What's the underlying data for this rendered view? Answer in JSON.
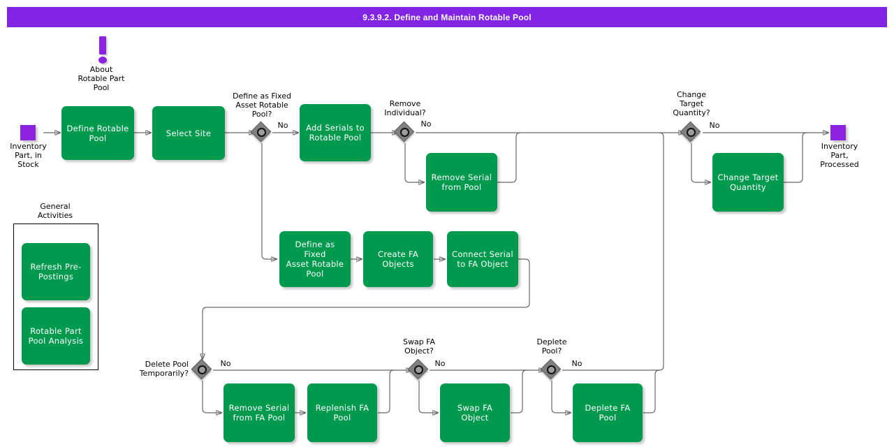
{
  "title": "9.3.9.2. Define and Maintain Rotable Pool",
  "colors": {
    "header": "#8224e3",
    "process": "#009a4e",
    "marker": "#8a22e0",
    "decision": "#808080",
    "connector": "#666666",
    "text_on_process": "#ffffff"
  },
  "note": {
    "icon": "exclamation-icon",
    "label": "About\nRotable Part\nPool"
  },
  "start": {
    "icon": "start-marker",
    "label": "Inventory\nPart, in\nStock"
  },
  "end": {
    "icon": "end-marker",
    "label": "Inventory\nPart,\nProcessed"
  },
  "group": {
    "title": "General\nActivities",
    "items": [
      {
        "label": "Refresh Pre-\nPostings"
      },
      {
        "label": "Rotable Part\nPool Analysis"
      }
    ]
  },
  "processes": [
    {
      "id": "define-rotable-pool",
      "label": "Define Rotable\nPool"
    },
    {
      "id": "select-site",
      "label": "Select Site"
    },
    {
      "id": "add-serials-to-rotable-pool",
      "label": "Add Serials to\nRotable Pool"
    },
    {
      "id": "remove-serial-from-pool",
      "label": "Remove Serial\nfrom Pool"
    },
    {
      "id": "change-target-quantity",
      "label": "Change Target\nQuantity"
    },
    {
      "id": "define-as-fixed-asset-rotable-pool",
      "label": "Define as Fixed\nAsset Rotable\nPool"
    },
    {
      "id": "create-fa-objects",
      "label": "Create FA\nObjects"
    },
    {
      "id": "connect-serial-to-fa-object",
      "label": "Connect Serial\nto FA Object"
    },
    {
      "id": "remove-serial-from-fa-pool",
      "label": "Remove Serial\nfrom FA Pool"
    },
    {
      "id": "replenish-fa-pool",
      "label": "Replenish FA\nPool"
    },
    {
      "id": "swap-fa-object",
      "label": "Swap FA Object"
    },
    {
      "id": "deplete-fa-pool",
      "label": "Deplete FA Pool"
    }
  ],
  "decisions": [
    {
      "id": "define-as-fixed-asset-rotable-pool-q",
      "label": "Define as Fixed\nAsset Rotable\nPool?",
      "branch": "No"
    },
    {
      "id": "remove-individual-q",
      "label": "Remove\nIndividual?",
      "branch": "No"
    },
    {
      "id": "change-target-quantity-q",
      "label": "Change\nTarget\nQuantity?",
      "branch": "No"
    },
    {
      "id": "delete-pool-temporarily-q",
      "label": "Delete Pool\nTemporarily?",
      "branch": "No"
    },
    {
      "id": "swap-fa-object-q",
      "label": "Swap FA\nObject?",
      "branch": "No"
    },
    {
      "id": "deplete-pool-q",
      "label": "Deplete\nPool?",
      "branch": "No"
    }
  ]
}
